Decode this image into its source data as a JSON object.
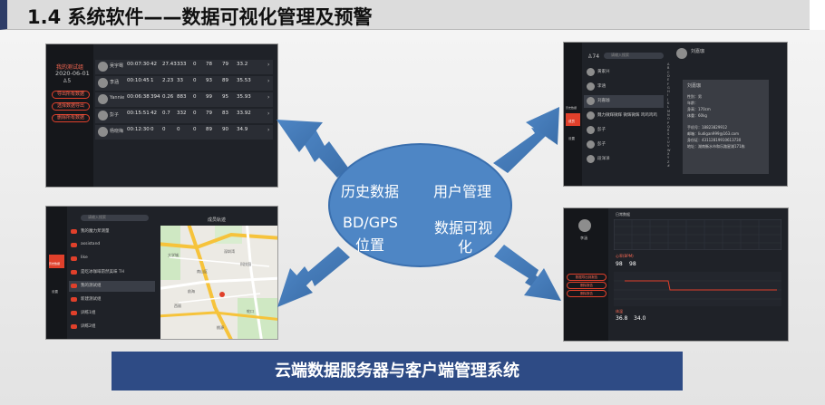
{
  "title": "1.4 系统软件——数据可视化管理及预警",
  "features": {
    "history": "历史数据",
    "user_mgmt": "用户管理",
    "gps_line1": "BD/GPS",
    "gps_line2": "位置",
    "vis_line1": "数据可视",
    "vis_line2": "化"
  },
  "banner": "云端数据服务器与客户端管理系统",
  "history_screen": {
    "session_name": "我的测试组",
    "date": "2020-06-01",
    "count": "5",
    "buttons": [
      "导出所有数据",
      "选择数据导出",
      "删除所有数据"
    ],
    "rows": [
      {
        "name": "吴宇骞",
        "time": "00:07:30",
        "a": "42",
        "b": "27.43",
        "c": "333",
        "d": "0",
        "e": "78",
        "f": "79",
        "g": "33.2"
      },
      {
        "name": "李涵",
        "time": "00:10:45",
        "a": "1",
        "b": "2.23",
        "c": "33",
        "d": "0",
        "e": "93",
        "f": "89",
        "g": "35.53"
      },
      {
        "name": "Yannie",
        "time": "00:06:38",
        "a": "394",
        "b": "0.26",
        "c": "883",
        "d": "0",
        "e": "99",
        "f": "95",
        "g": "35.93"
      },
      {
        "name": "彭子",
        "time": "00:15:51",
        "a": "42",
        "b": "0.7",
        "c": "332",
        "d": "0",
        "e": "79",
        "f": "83",
        "g": "33.92"
      },
      {
        "name": "杨晓梅",
        "time": "00:12:30",
        "a": "0",
        "b": "0",
        "c": "0",
        "d": "0",
        "e": "89",
        "f": "90",
        "g": "34.9"
      }
    ]
  },
  "user_screen": {
    "count": "74",
    "search_placeholder": "请输入搜索",
    "selected_name": "刘嘉珈",
    "users": [
      "黄家兴",
      "李涵",
      "刘嘉珈",
      "魏力微辉微辉 微辉微辉 鸡鸡鸡鸡",
      "彭子",
      "彭子",
      "段洋洋"
    ],
    "profile": {
      "name": "刘嘉珈",
      "lines": [
        "性别：男",
        "年龄：",
        "身高：170cm",
        "体重：60kg",
        "手机号：18823829912",
        "邮箱：liudigan999@163.com",
        "身份证：43112819910613730",
        "地址：湖南衡水市和乐路星湖171栋"
      ]
    },
    "alpha": [
      "A",
      "B",
      "C",
      "D",
      "E",
      "F",
      "G",
      "H",
      "I",
      "J",
      "K",
      "L",
      "M",
      "N",
      "O",
      "P",
      "Q",
      "R",
      "S",
      "T",
      "U",
      "V",
      "W",
      "X",
      "Y",
      "Z",
      "#"
    ],
    "nav": [
      "历史数据",
      "成员",
      "设置"
    ]
  },
  "map_screen": {
    "title": "成员轨迹",
    "search_placeholder": "请输入搜索",
    "items": [
      "我的魔力斧测量",
      "assistand",
      "like",
      "是吃冰咖啡昂然美味 TH",
      "我的测试组",
      "新建测试组",
      "训练1组",
      "训练2组"
    ],
    "places": [
      "大学城",
      "深圳湾",
      "南山区",
      "科技园",
      "西丽",
      "桃源",
      "蛇口",
      "前海"
    ],
    "nav": [
      "历史数据",
      "设置"
    ]
  },
  "vis_screen": {
    "section1": "日常数据",
    "section2": "心率(BPM)",
    "section3": "体温",
    "user": "李涵",
    "hr_values": [
      "98",
      "98"
    ],
    "temp_values": [
      "36.8",
      "34.0"
    ],
    "buttons": [
      "数据导出到报告",
      "删除报告",
      "删除报告"
    ]
  },
  "colors": {
    "title_accent": "#2e3d67",
    "ellipse": "#4e86c5",
    "banner": "#2e4b85",
    "app_accent": "#e0402b"
  }
}
